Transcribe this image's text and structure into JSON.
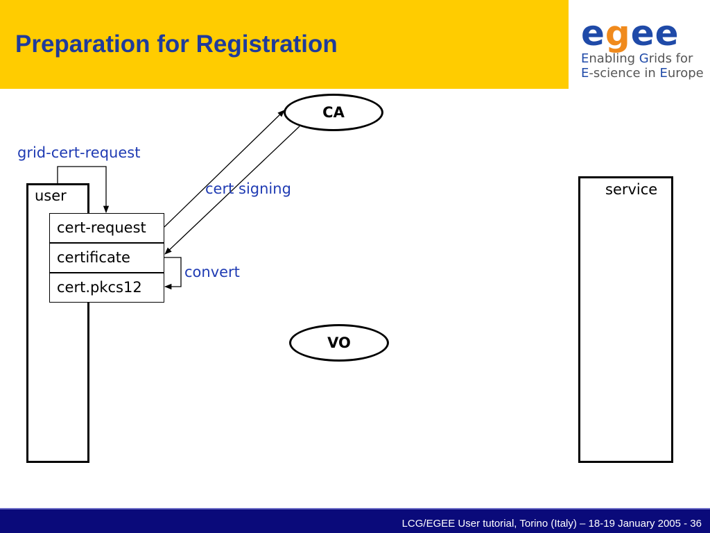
{
  "header": {
    "title": "Preparation for Registration"
  },
  "logo": {
    "word_e1": "e",
    "word_g": "g",
    "word_e2": "ee",
    "line1_cap1": "E",
    "line1_rest1": "nabling ",
    "line1_cap2": "G",
    "line1_rest2": "rids for",
    "line2_cap1": "E",
    "line2_rest1": "-science in ",
    "line2_cap2": "E",
    "line2_rest2": "urope"
  },
  "diagram": {
    "ca_label": "CA",
    "vo_label": "VO",
    "user_label": "user",
    "service_label": "service",
    "cells": [
      "cert-request",
      "certificate",
      "cert.pkcs12"
    ],
    "grid_cert_request": "grid-cert-request",
    "cert_signing": "cert signing",
    "convert": "convert"
  },
  "footer": {
    "text": "LCG/EGEE User tutorial, Torino (Italy) – 18-19 January 2005 - 36"
  },
  "colors": {
    "header_band": "#ffcc00",
    "title_blue": "#1f3b9b",
    "label_blue": "#1f3bb3",
    "footer_band": "#0a0a7a",
    "logo_orange": "#f08a1c"
  }
}
